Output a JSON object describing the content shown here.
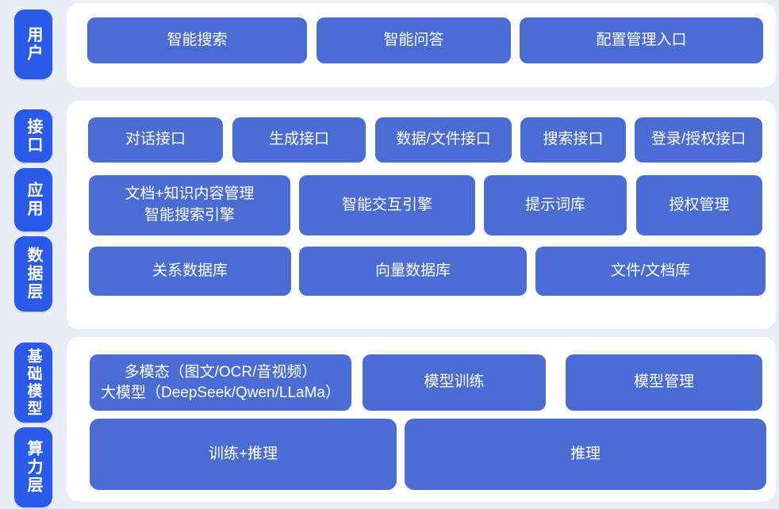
{
  "palette": {
    "page_bg": "#e9eef6",
    "panel_bg": "#ffffff",
    "label_blue": "#2b59e8",
    "block_blue": "#4a6cd3",
    "text_white": "#ffffff"
  },
  "side_labels": {
    "user": "用户",
    "interface": "接口",
    "application": "应用",
    "data_layer": "数据层",
    "base_model": "基础模型",
    "compute_layer": "算力层"
  },
  "user_layer": {
    "smart_search": "智能搜索",
    "smart_qa": "智能问答",
    "config_entry": "配置管理入口"
  },
  "interface_layer": {
    "dialog_api": "对话接口",
    "generation_api": "生成接口",
    "data_file_api": "数据/文件接口",
    "search_api": "搜索接口",
    "login_auth_api": "登录/授权接口"
  },
  "application_layer": {
    "doc_knowledge_line1": "文档+知识内容管理",
    "doc_knowledge_line2": "智能搜索引擎",
    "interactive_engine": "智能交互引擎",
    "prompt_library": "提示词库",
    "auth_management": "授权管理"
  },
  "data_layer": {
    "relational_db": "关系数据库",
    "vector_db": "向量数据库",
    "file_doc_library": "文件/文档库"
  },
  "base_model_layer": {
    "multimodal_line1": "多模态（图文/OCR/音视频）",
    "multimodal_line2": "大模型（DeepSeek/Qwen/LLaMa）",
    "model_training": "模型训练",
    "model_management": "模型管理"
  },
  "compute_layer_blocks": {
    "train_inference": "训练+推理",
    "inference": "推理"
  }
}
